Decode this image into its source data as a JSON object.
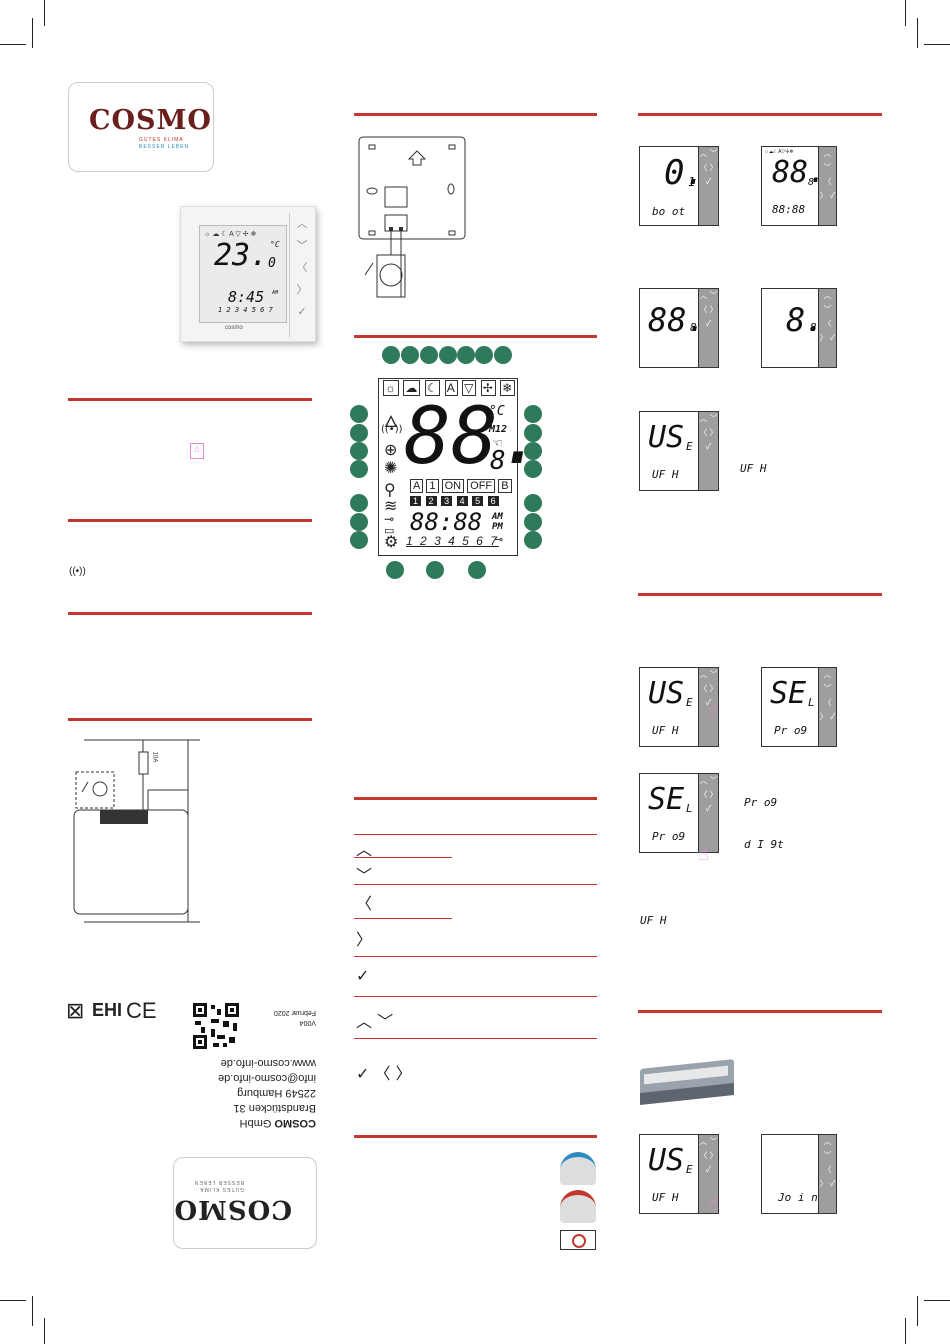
{
  "brand": {
    "name": "COSMO",
    "tagline1": "GUTES KLIMA",
    "tagline2": "BESSER LEBEN",
    "color_dark": "#6a1f1d",
    "color_red": "#c2372f",
    "color_blue": "#2b8bbf"
  },
  "device_photo": {
    "temperature": "23.",
    "decimal": "0",
    "unit": "°C",
    "time": "8:45",
    "ampm": "AM",
    "days": "1 2 3 4 5 6 7",
    "logo": "cosmo"
  },
  "lcd_diagram": {
    "big_digits": "88.",
    "small_digit": "8",
    "unit": "°C",
    "m12": "M12",
    "time": "88:88",
    "am": "AM",
    "pm": "PM",
    "days": [
      "1",
      "2",
      "3",
      "4",
      "5",
      "6",
      "7"
    ],
    "mode_boxes": [
      "A",
      "1",
      "ON",
      "OFF",
      "B"
    ],
    "program_boxes": [
      "1",
      "2",
      "3",
      "4",
      "5",
      "6"
    ],
    "top_icons": [
      "sun-icon",
      "cloud-sun-icon",
      "moon-icon",
      "A",
      "cocktail-icon",
      "fan-icon",
      "snowflake-icon"
    ]
  },
  "buttons_section": {
    "rows": [
      {
        "glyph": "︿",
        "name": "up"
      },
      {
        "glyph": "﹀",
        "name": "down"
      },
      {
        "glyph": "〈",
        "name": "left"
      },
      {
        "glyph": "〉",
        "name": "right"
      },
      {
        "glyph": "✓",
        "name": "ok"
      },
      {
        "glyph": "︿ ﹀",
        "name": "up-down"
      },
      {
        "glyph": "✓ 〈 〉",
        "name": "ok-left-right"
      }
    ]
  },
  "screens": {
    "boot_value": "0.",
    "boot_sub": "1",
    "boot_label": "bo ot",
    "all_segments": "88.",
    "all_sub": "8",
    "all_time": "88:88",
    "blink_digits": "88.",
    "blink_sub": "8",
    "blink_single": "8.",
    "blink_single_sub": "8",
    "use_main": "US",
    "use_sub": "E",
    "use_label": "UF H",
    "use_side_label": "UF H",
    "sel_main": "SE",
    "sel_sub": "L",
    "sel_label": "Pr o9",
    "sel_option1": "Pr o9",
    "sel_option2": "d I 9t",
    "sel_note": "UF H",
    "join_label": "Jo i n"
  },
  "back_cover": {
    "company_bold": "COSMO",
    "company_rest": " GmbH",
    "street": "Brandstücken 31",
    "city": "22549 Hamburg",
    "email": "info@cosmo-info.de",
    "web": "www.cosmo-info.de",
    "date": "Februar 2020",
    "version": "V004"
  },
  "wiring": {
    "fuse_label": "10A"
  }
}
